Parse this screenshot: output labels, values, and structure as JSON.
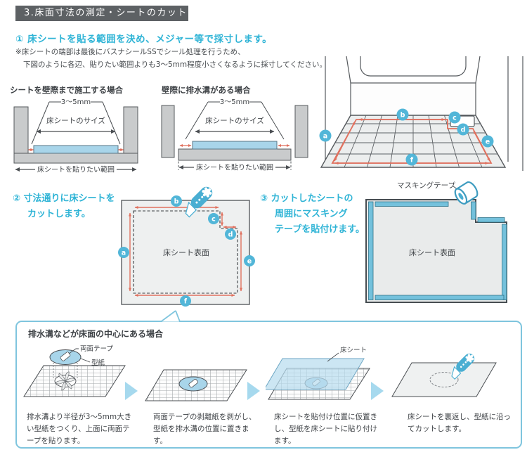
{
  "palette": {
    "header_gray": "#5d6164",
    "accent_cyan": "#2fb4d6",
    "salmon_red": "#e0715f",
    "badge_blue": "#52b6d8",
    "sheet_blue": "#a8d5ea",
    "tape_blue": "#74c1dc",
    "box_border_blue": "#7fc5de"
  },
  "header": {
    "title": "3.床面寸法の測定・シートのカット"
  },
  "intro": {
    "heading": "① 床シートを貼る範囲を決め、メジャー等で採寸します。",
    "note_line1": "※床シートの端部は最後にバスナシールSSでシール処理を行うため、",
    "note_line2": "下図のように各辺、貼りたい範囲よりも3〜5mm程度小さくなるように採寸してください。"
  },
  "wall_diagram": {
    "title": "シートを壁際まで施工する場合",
    "gap_label": "3〜5mm",
    "sheet_size_label": "床シートのサイズ",
    "range_label": "床シートを貼りたい範囲"
  },
  "drain_diagram": {
    "title": "壁際に排水溝がある場合",
    "gap_label": "3〜5mm",
    "sheet_size_label": "床シートのサイズ",
    "range_label": "床シートを貼りたい範囲"
  },
  "bathroom": {
    "labels": {
      "a": "a",
      "b": "b",
      "c": "c",
      "d": "d",
      "e": "e",
      "f": "f"
    }
  },
  "cut_section": {
    "heading_line1": "② 寸法通りに床シートを",
    "heading_line2": "カットします。",
    "surface_label": "床シート表面",
    "labels": {
      "a": "a",
      "b": "b",
      "c": "c",
      "d": "d",
      "e": "e",
      "f": "f"
    }
  },
  "tape_section": {
    "heading_line1": "③ カットしたシートの",
    "heading_line2": "周囲にマスキング",
    "heading_line3": "テープを貼付けます。",
    "tape_label": "マスキングテープ",
    "surface_label": "床シート表面"
  },
  "drain_center_section": {
    "heading": "排水溝などが床面の中心にある場合",
    "step1": {
      "label_tape": "両面テープ",
      "label_pattern": "型紙",
      "caption": "排水溝より半径が3〜5mm大きい型紙をつくり、上面に両面テープを貼ります。"
    },
    "step2": {
      "caption": "両面テープの剥離紙を剥がし、型紙を排水溝の位置に置きます。"
    },
    "step3": {
      "label_sheet": "床シート",
      "caption": "床シートを貼付け位置に仮置きし、型紙を床シートに貼り付けます。"
    },
    "step4": {
      "caption": "床シートを裏返し、型紙に沿ってカットします。"
    }
  }
}
